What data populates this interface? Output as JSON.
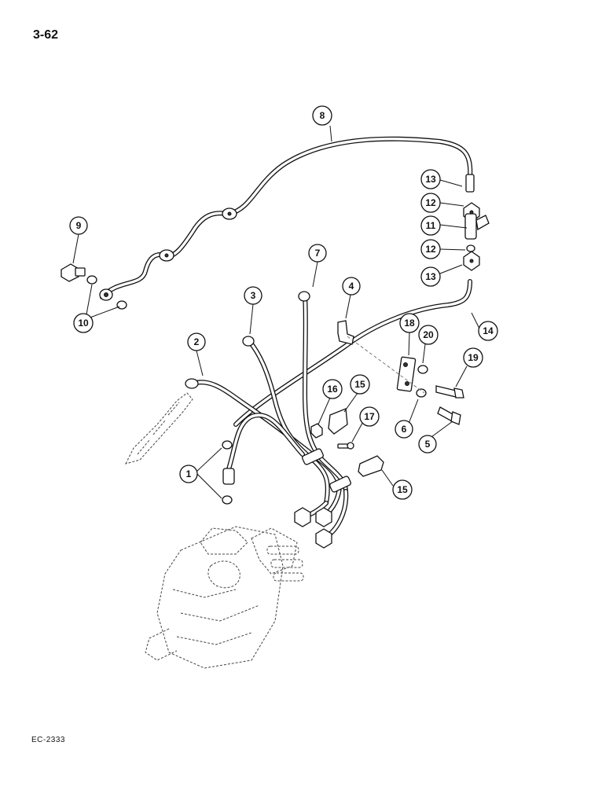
{
  "page": {
    "number": "3-62",
    "drawing_code": "EC-2333"
  },
  "callouts": [
    {
      "id": "callout-1",
      "label": "1"
    },
    {
      "id": "callout-2",
      "label": "2"
    },
    {
      "id": "callout-3",
      "label": "3"
    },
    {
      "id": "callout-4",
      "label": "4"
    },
    {
      "id": "callout-5",
      "label": "5"
    },
    {
      "id": "callout-6",
      "label": "6"
    },
    {
      "id": "callout-7",
      "label": "7"
    },
    {
      "id": "callout-8",
      "label": "8"
    },
    {
      "id": "callout-9",
      "label": "9"
    },
    {
      "id": "callout-10",
      "label": "10"
    },
    {
      "id": "callout-11",
      "label": "11"
    },
    {
      "id": "callout-12a",
      "label": "12"
    },
    {
      "id": "callout-12b",
      "label": "12"
    },
    {
      "id": "callout-13a",
      "label": "13"
    },
    {
      "id": "callout-13b",
      "label": "13"
    },
    {
      "id": "callout-14",
      "label": "14"
    },
    {
      "id": "callout-15a",
      "label": "15"
    },
    {
      "id": "callout-15b",
      "label": "15"
    },
    {
      "id": "callout-16",
      "label": "16"
    },
    {
      "id": "callout-17",
      "label": "17"
    },
    {
      "id": "callout-18",
      "label": "18"
    },
    {
      "id": "callout-19",
      "label": "19"
    },
    {
      "id": "callout-20",
      "label": "20"
    }
  ]
}
